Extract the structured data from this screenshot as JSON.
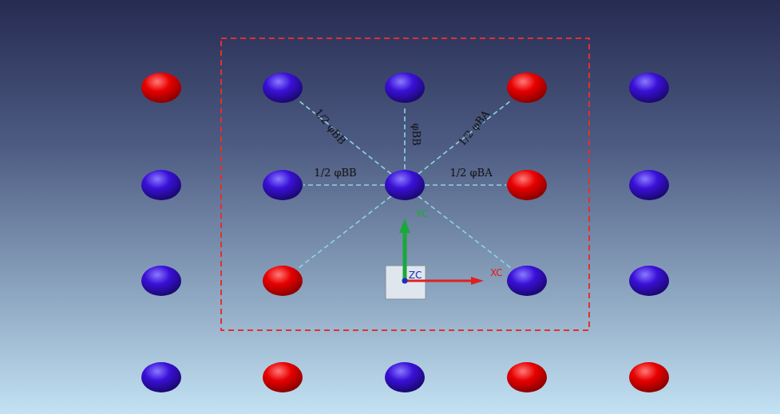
{
  "diagram": {
    "labels": [
      "1/2 φBB",
      "φBB",
      "1/2 φBA",
      "1/2 φBB",
      "1/2 φBA",
      "ZC",
      "YC",
      "XC"
    ]
  }
}
